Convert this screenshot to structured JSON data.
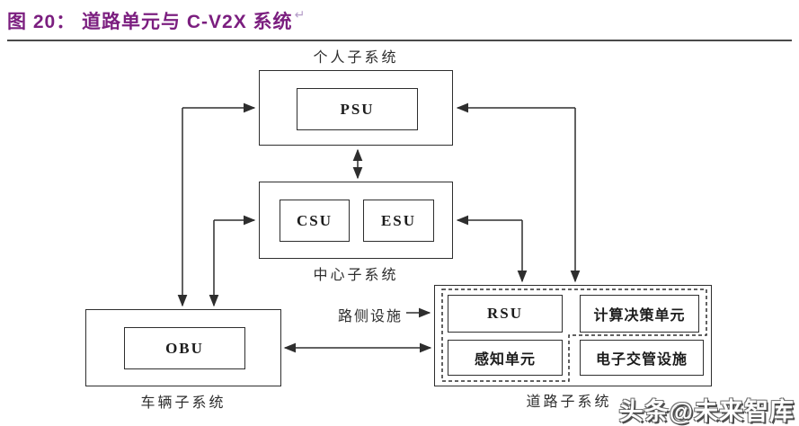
{
  "title": {
    "text": "图 20： 道路单元与 C-V2X 系统",
    "return_mark": "↵"
  },
  "diagram": {
    "personal_subsystem": {
      "label": "个人子系统",
      "unit": "PSU"
    },
    "central_subsystem": {
      "label": "中心子系统",
      "units": [
        "CSU",
        "ESU"
      ]
    },
    "vehicle_subsystem": {
      "label": "车辆子系统",
      "unit": "OBU"
    },
    "road_subsystem": {
      "label": "道路子系统",
      "roadside_caption": "路侧设施",
      "units": {
        "rsu": "RSU",
        "compute": "计算决策单元",
        "perception": "感知单元",
        "traffic_mgmt": "电子交管设施"
      }
    }
  },
  "watermark": "头条@未来智库",
  "colors": {
    "title": "#7b1e7f",
    "line": "#2e2e2e"
  }
}
